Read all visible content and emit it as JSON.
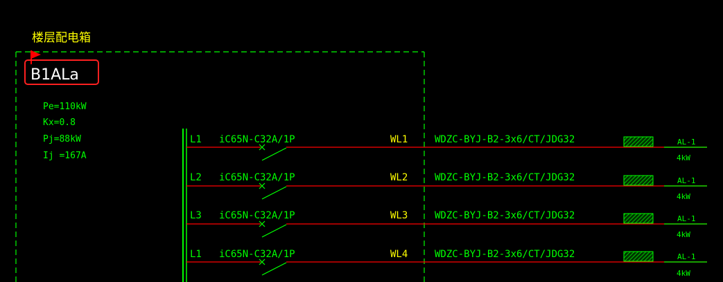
{
  "colors": {
    "background": "#000000",
    "cad_green": "#00ff00",
    "cad_yellow": "#ffff00",
    "cad_red_line": "#ff0000",
    "highlight_box": "#ff2020",
    "flag": "#ff0000"
  },
  "panel": {
    "title": "楼层配电箱",
    "id": "B1ALa",
    "params": [
      "Pe=110kW",
      "Kx=0.8",
      "Pj=88kW",
      "Ij =167A"
    ]
  },
  "circuits": [
    {
      "phase": "L1",
      "breaker": "iC65N-C32A/1P",
      "wl": "WL1",
      "cable": "WDZC-BYJ-B2-3x6/CT/JDG32",
      "load": "AL-1",
      "power": "4kW"
    },
    {
      "phase": "L2",
      "breaker": "iC65N-C32A/1P",
      "wl": "WL2",
      "cable": "WDZC-BYJ-B2-3x6/CT/JDG32",
      "load": "AL-1",
      "power": "4kW"
    },
    {
      "phase": "L3",
      "breaker": "iC65N-C32A/1P",
      "wl": "WL3",
      "cable": "WDZC-BYJ-B2-3x6/CT/JDG32",
      "load": "AL-1",
      "power": "4kW"
    },
    {
      "phase": "L1",
      "breaker": "iC65N-C32A/1P",
      "wl": "WL4",
      "cable": "WDZC-BYJ-B2-3x6/CT/JDG32",
      "load": "AL-1",
      "power": "4kW"
    }
  ]
}
